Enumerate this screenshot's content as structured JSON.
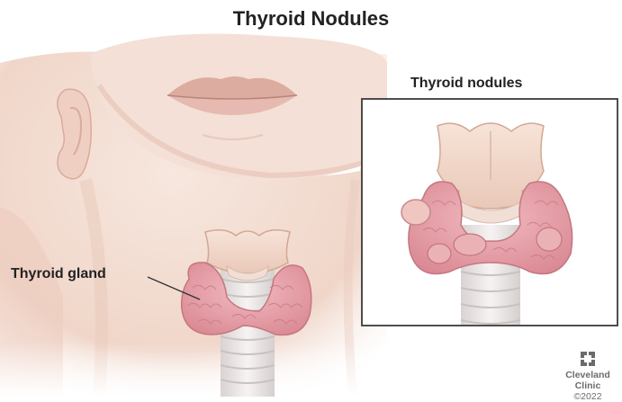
{
  "title": "Thyroid Nodules",
  "labels": {
    "inset": "Thyroid nodules",
    "gland": "Thyroid gland"
  },
  "logo": {
    "line1": "Cleveland",
    "line2": "Clinic",
    "copyright": "©2022"
  },
  "colors": {
    "skin": "#f3ddd2",
    "skin_shadow": "#e6c3b3",
    "lips": "#d8a79b",
    "cartilage": "#f2d9cc",
    "trachea": "#ebe7e6",
    "gland": "#e9a3ad",
    "gland_dark": "#c9747f",
    "inset_border": "#3a3a3a"
  }
}
